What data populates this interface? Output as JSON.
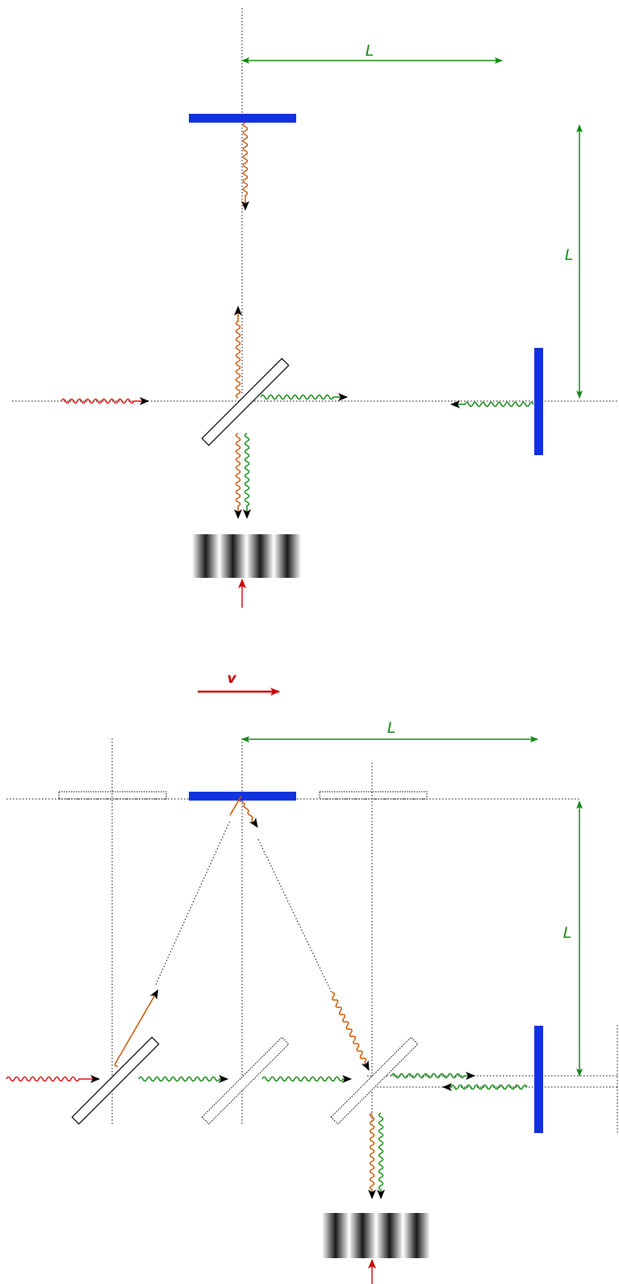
{
  "colors": {
    "mirror": "#1133dd",
    "dimension": "#118811",
    "beam_orange": "#cc5500",
    "beam_green": "#118811",
    "beam_red": "#dd1111",
    "velocity": "#cc0000"
  },
  "top_panel": {
    "horizontal_arm_label": "L",
    "vertical_arm_label": "L"
  },
  "bottom_panel": {
    "velocity_label": "v",
    "horizontal_arm_label": "L",
    "vertical_arm_label": "L"
  }
}
